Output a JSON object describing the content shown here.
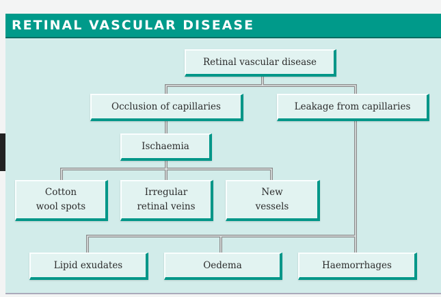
{
  "title": "RETINAL VASCULAR DISEASE",
  "nodes": {
    "root": "Retinal vascular disease",
    "occlusion": "Occlusion of capillaries",
    "leakage": "Leakage from capillaries",
    "ischaemia": "Ischaemia",
    "cotton_1": "Cotton",
    "cotton_2": "wool spots",
    "irregular_1": "Irregular",
    "irregular_2": "retinal veins",
    "new_1": "New",
    "new_2": "vessels",
    "lipid": "Lipid exudates",
    "oedema": "Oedema",
    "haemorrhages": "Haemorrhages"
  },
  "colors": {
    "header": "#009a8a",
    "panel": "#d2ecea",
    "box_border": "#009688"
  }
}
